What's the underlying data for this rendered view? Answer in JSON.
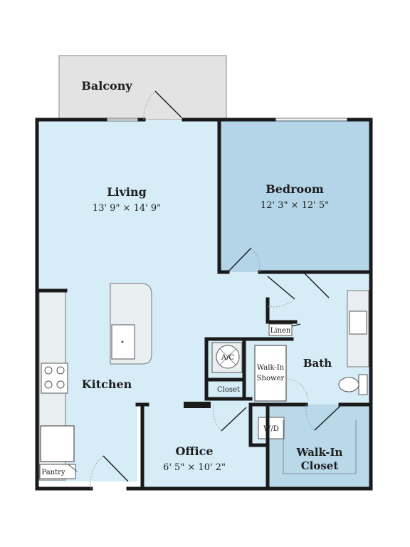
{
  "colors": {
    "room_fill": "#d6ecf7",
    "bedroom_fill": "#b3d5e7",
    "closet_fill": "#b9d8e8",
    "balcony_fill": "#e3e3e3",
    "wall": "#1a1a1a",
    "fixture_fill": "#ffffff",
    "counter_fill": "#e9eef0"
  },
  "rooms": {
    "balcony": {
      "name": "Balcony"
    },
    "living": {
      "name": "Living",
      "dimensions": "13' 9\" × 14' 9\""
    },
    "bedroom": {
      "name": "Bedroom",
      "dimensions": "12' 3\" × 12' 5\""
    },
    "kitchen": {
      "name": "Kitchen"
    },
    "bath": {
      "name": "Bath"
    },
    "office": {
      "name": "Office",
      "dimensions": "6' 5\" × 10' 2\""
    },
    "walk_in_closet": {
      "name_line1": "Walk-In",
      "name_line2": "Closet"
    }
  },
  "labels": {
    "linen": "Linen",
    "ac": "A/C",
    "shower_line1": "Walk-In",
    "shower_line2": "Shower",
    "closet": "Closet",
    "wd": "W/D",
    "pantry": "Pantry"
  }
}
